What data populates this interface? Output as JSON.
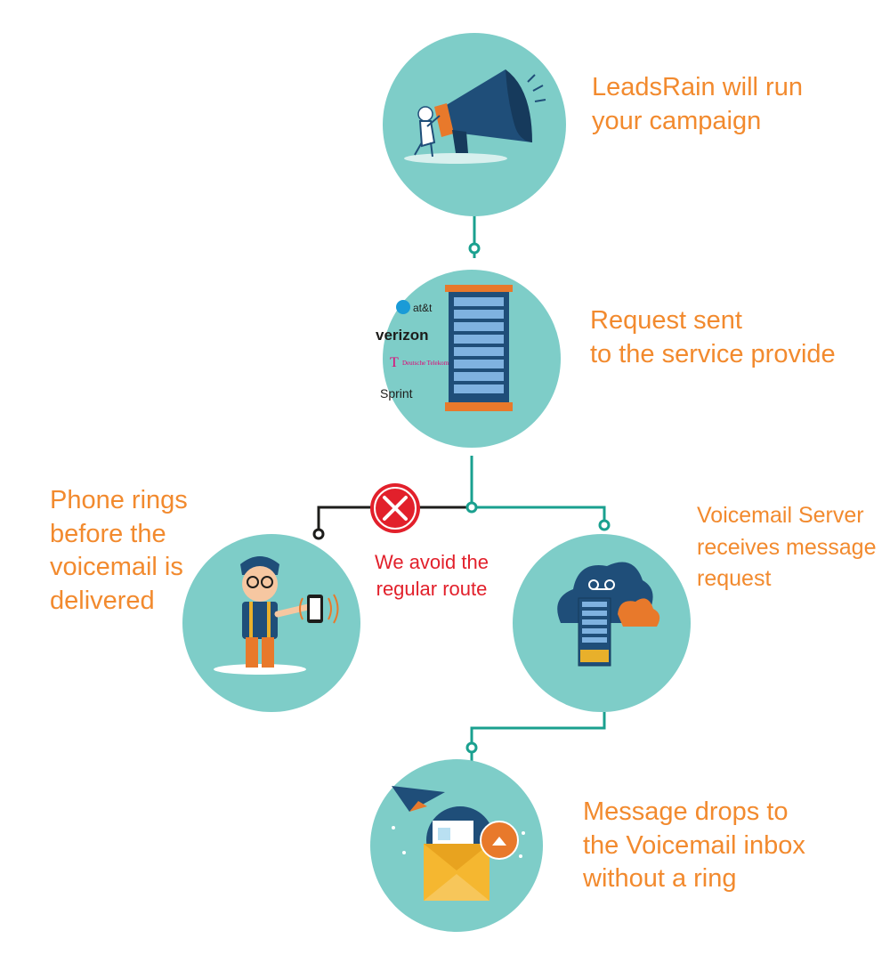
{
  "steps": {
    "campaign": {
      "lines": [
        "LeadsRain will run",
        "your campaign"
      ],
      "icon": "megaphone-icon"
    },
    "provider": {
      "lines": [
        "Request sent",
        "to the service provide"
      ],
      "icon": "server-rack-icon",
      "carriers": [
        "at&t",
        "verizon",
        "Deutsche Telekom",
        "Sprint"
      ]
    },
    "phone": {
      "lines": [
        "Phone rings",
        "before the",
        "voicemail is",
        "delivered"
      ],
      "icon": "man-with-phone-icon"
    },
    "voicemail_server": {
      "lines": [
        "Voicemail Server",
        "receives message",
        "request"
      ],
      "icon": "cloud-server-icon"
    },
    "inbox": {
      "lines": [
        "Message drops to",
        "the Voicemail inbox",
        "without a ring"
      ],
      "icon": "envelope-icon"
    }
  },
  "avoid_note": {
    "lines": [
      "We avoid the",
      "regular route"
    ],
    "icon": "x-circle-icon"
  },
  "colors": {
    "circle": "#7ecdc8",
    "connector": "#1aa08f",
    "blocked_connector": "#1d1d1b",
    "label": "#f28a2e",
    "warning": "#e2202b",
    "navy": "#1f4e79"
  }
}
